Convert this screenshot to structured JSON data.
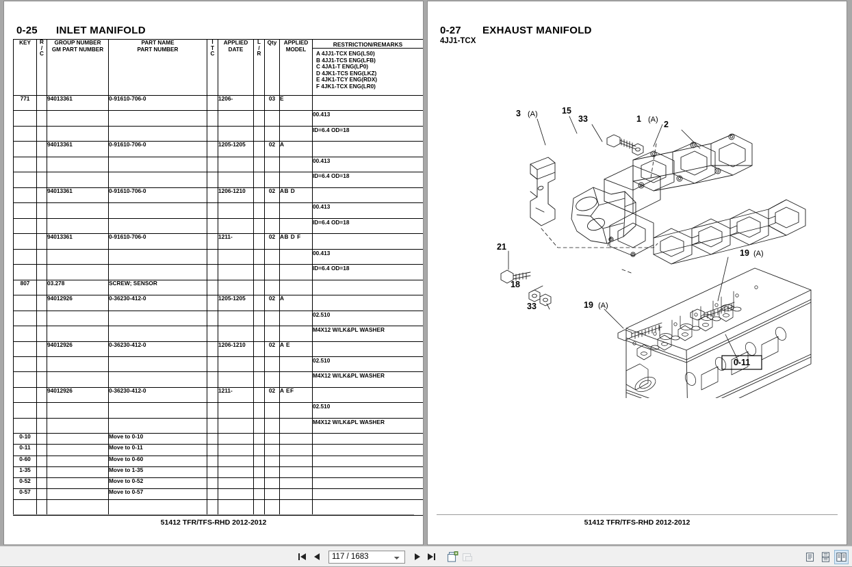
{
  "app": {
    "page_select_value": "117 / 1683",
    "nav": {
      "first_label": "first-page",
      "prev_label": "previous-page",
      "next_label": "next-page",
      "last_label": "last-page",
      "add_label": "add-page",
      "remove_label": "remove-page"
    },
    "view_modes": [
      {
        "name": "single-page-view",
        "active": false
      },
      {
        "name": "continuous-page-view",
        "active": false
      },
      {
        "name": "two-page-view",
        "active": true
      }
    ]
  },
  "left_page": {
    "code": "0-25",
    "title": "INLET MANIFOLD",
    "footer": "51412 TFR/TFS-RHD 2012-2012",
    "table": {
      "headers": {
        "key": "KEY",
        "rc": [
          "R",
          "/",
          "C"
        ],
        "group": [
          "GROUP NUMBER",
          "GM PART NUMBER"
        ],
        "part": [
          "PART NAME",
          "PART NUMBER"
        ],
        "itc": [
          "I",
          "T",
          "C"
        ],
        "date": [
          "APPLIED",
          "DATE"
        ],
        "lr": [
          "L",
          "/",
          "R"
        ],
        "qty": "Qty",
        "model": [
          "APPLIED",
          "MODEL"
        ],
        "remarks_title": "RESTRICTION/REMARKS",
        "remarks_legend": [
          "A 4JJ1-TCX ENG(LS0)",
          "B 4JJ1-TCS ENG(LFB)",
          "C 4JA1-T ENG(LP0)",
          "D 4JK1-TCS ENG(LKZ)",
          "E 4JK1-TCY ENG(RDX)",
          "F 4JK1-TCX ENG(LR0)"
        ]
      },
      "rows": [
        {
          "key": "771",
          "rc": "",
          "group": "94013361",
          "part": "0-91610-706-0",
          "itc": "",
          "date": "1206-",
          "lr": "",
          "qty": "03",
          "model": "E",
          "remarks": "",
          "indent": false
        },
        {
          "key": "",
          "rc": "",
          "group": "",
          "part": "",
          "itc": "",
          "date": "",
          "lr": "",
          "qty": "",
          "model": "",
          "remarks": "00.413",
          "indent": false
        },
        {
          "key": "",
          "rc": "",
          "group": "",
          "part": "",
          "itc": "",
          "date": "",
          "lr": "",
          "qty": "",
          "model": "",
          "remarks": "ID=6.4 OD=18",
          "indent": false
        },
        {
          "key": "",
          "rc": "",
          "group": "94013361",
          "part": "0-91610-706-0",
          "itc": "",
          "date": "1205-1205",
          "lr": "",
          "qty": "02",
          "model": "A",
          "remarks": "",
          "indent": false
        },
        {
          "key": "",
          "rc": "",
          "group": "",
          "part": "",
          "itc": "",
          "date": "",
          "lr": "",
          "qty": "",
          "model": "",
          "remarks": "00.413",
          "indent": false
        },
        {
          "key": "",
          "rc": "",
          "group": "",
          "part": "",
          "itc": "",
          "date": "",
          "lr": "",
          "qty": "",
          "model": "",
          "remarks": "ID=6.4 OD=18",
          "indent": false
        },
        {
          "key": "",
          "rc": "",
          "group": "94013361",
          "part": "0-91610-706-0",
          "itc": "",
          "date": "1206-1210",
          "lr": "",
          "qty": "02",
          "model": "AB D",
          "remarks": "",
          "indent": false
        },
        {
          "key": "",
          "rc": "",
          "group": "",
          "part": "",
          "itc": "",
          "date": "",
          "lr": "",
          "qty": "",
          "model": "",
          "remarks": "00.413",
          "indent": false
        },
        {
          "key": "",
          "rc": "",
          "group": "",
          "part": "",
          "itc": "",
          "date": "",
          "lr": "",
          "qty": "",
          "model": "",
          "remarks": "ID=6.4 OD=18",
          "indent": false
        },
        {
          "key": "",
          "rc": "",
          "group": "94013361",
          "part": "0-91610-706-0",
          "itc": "",
          "date": "1211-",
          "lr": "",
          "qty": "02",
          "model": "AB D F",
          "remarks": "",
          "indent": false
        },
        {
          "key": "",
          "rc": "",
          "group": "",
          "part": "",
          "itc": "",
          "date": "",
          "lr": "",
          "qty": "",
          "model": "",
          "remarks": "00.413",
          "indent": false
        },
        {
          "key": "",
          "rc": "",
          "group": "",
          "part": "",
          "itc": "",
          "date": "",
          "lr": "",
          "qty": "",
          "model": "",
          "remarks": "ID=6.4 OD=18",
          "indent": false
        },
        {
          "key": "807",
          "rc": "",
          "group": "03.278",
          "part": "SCREW; SENSOR",
          "itc": "",
          "date": "",
          "lr": "",
          "qty": "",
          "model": "",
          "remarks": "",
          "indent": false
        },
        {
          "key": "",
          "rc": "",
          "group": "94012926",
          "part": "0-36230-412-0",
          "itc": "",
          "date": "1205-1205",
          "lr": "",
          "qty": "02",
          "model": "A",
          "remarks": "",
          "indent": true
        },
        {
          "key": "",
          "rc": "",
          "group": "",
          "part": "",
          "itc": "",
          "date": "",
          "lr": "",
          "qty": "",
          "model": "",
          "remarks": "02.510",
          "indent": false
        },
        {
          "key": "",
          "rc": "",
          "group": "",
          "part": "",
          "itc": "",
          "date": "",
          "lr": "",
          "qty": "",
          "model": "",
          "remarks": "M4X12 W/LK&PL WASHER",
          "indent": false
        },
        {
          "key": "",
          "rc": "",
          "group": "94012926",
          "part": "0-36230-412-0",
          "itc": "",
          "date": "1206-1210",
          "lr": "",
          "qty": "02",
          "model": "A  E",
          "remarks": "",
          "indent": true
        },
        {
          "key": "",
          "rc": "",
          "group": "",
          "part": "",
          "itc": "",
          "date": "",
          "lr": "",
          "qty": "",
          "model": "",
          "remarks": "02.510",
          "indent": false
        },
        {
          "key": "",
          "rc": "",
          "group": "",
          "part": "",
          "itc": "",
          "date": "",
          "lr": "",
          "qty": "",
          "model": "",
          "remarks": "M4X12 W/LK&PL WASHER",
          "indent": false
        },
        {
          "key": "",
          "rc": "",
          "group": "94012926",
          "part": "0-36230-412-0",
          "itc": "",
          "date": "1211-",
          "lr": "",
          "qty": "02",
          "model": "A  EF",
          "remarks": "",
          "indent": true
        },
        {
          "key": "",
          "rc": "",
          "group": "",
          "part": "",
          "itc": "",
          "date": "",
          "lr": "",
          "qty": "",
          "model": "",
          "remarks": "02.510",
          "indent": false
        },
        {
          "key": "",
          "rc": "",
          "group": "",
          "part": "",
          "itc": "",
          "date": "",
          "lr": "",
          "qty": "",
          "model": "",
          "remarks": "M4X12 W/LK&PL WASHER",
          "indent": false
        }
      ],
      "move_rows": [
        {
          "key": "0-10",
          "part": "Move to 0-10"
        },
        {
          "key": "0-11",
          "part": "Move to 0-11"
        },
        {
          "key": "0-60",
          "part": "Move to 0-60"
        },
        {
          "key": "1-35",
          "part": "Move to 1-35"
        },
        {
          "key": "0-52",
          "part": "Move to 0-52"
        },
        {
          "key": "0-57",
          "part": "Move to 0-57"
        }
      ]
    }
  },
  "right_page": {
    "code": "0-27",
    "title": "EXHAUST MANIFOLD",
    "subtitle": "4JJ1-TCX",
    "footer": "51412 TFR/TFS-RHD 2012-2012",
    "diagram": {
      "callouts": [
        {
          "id": "c15",
          "label": "15",
          "suffix": ""
        },
        {
          "id": "c33a",
          "label": "33",
          "suffix": ""
        },
        {
          "id": "c1",
          "label": "1",
          "suffix": "(A)"
        },
        {
          "id": "c3",
          "label": "3",
          "suffix": "(A)"
        },
        {
          "id": "c2",
          "label": "2",
          "suffix": ""
        },
        {
          "id": "c21",
          "label": "21",
          "suffix": ""
        },
        {
          "id": "c19a",
          "label": "19",
          "suffix": "(A)"
        },
        {
          "id": "c18",
          "label": "18",
          "suffix": ""
        },
        {
          "id": "c33b",
          "label": "33",
          "suffix": ""
        },
        {
          "id": "c19b",
          "label": "19",
          "suffix": "(A)"
        }
      ],
      "reference_box": "0-11"
    }
  }
}
